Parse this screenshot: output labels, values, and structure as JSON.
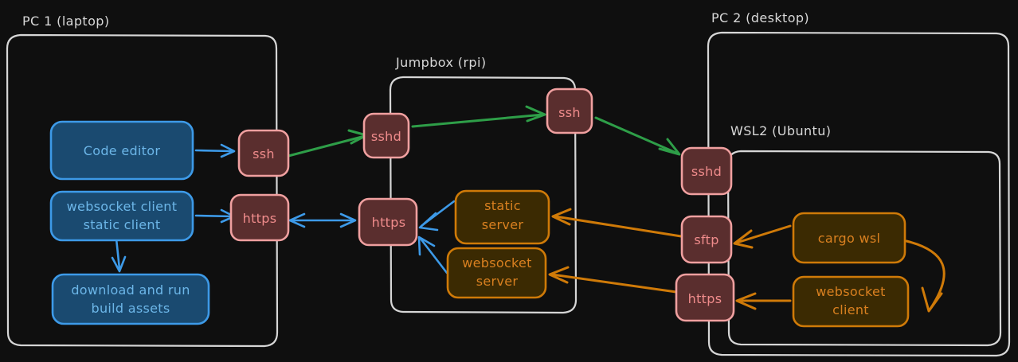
{
  "diagram": {
    "title": "network topology diagram",
    "background": "#0f0f0f",
    "colors": {
      "group_stroke": "#d6d6d6",
      "red_fill": "#5a2e2e",
      "red_stroke": "#f0a0a0",
      "red_text": "#f08c8c",
      "blue_fill": "#1a4a70",
      "blue_stroke": "#3d9ae8",
      "blue_text": "#6cb6e8",
      "orange_fill": "#3b2a02",
      "orange_stroke": "#cf7a08",
      "orange_text": "#d98020",
      "green_arrow": "#2e9e48"
    },
    "groups": [
      {
        "id": "pc1",
        "label": "PC 1 (laptop)"
      },
      {
        "id": "jumpbox",
        "label": "Jumpbox (rpi)"
      },
      {
        "id": "pc2",
        "label": "PC 2 (desktop)"
      },
      {
        "id": "wsl2",
        "label": "WSL2 (Ubuntu)"
      }
    ],
    "nodes": [
      {
        "id": "pc1-code-editor",
        "group": "pc1",
        "kind": "blue",
        "lines": [
          "Code editor"
        ]
      },
      {
        "id": "pc1-ws-static",
        "group": "pc1",
        "kind": "blue",
        "lines": [
          "websocket client",
          "static client"
        ]
      },
      {
        "id": "pc1-build-assets",
        "group": "pc1",
        "kind": "blue",
        "lines": [
          "download and run",
          "build assets"
        ]
      },
      {
        "id": "pc1-ssh",
        "group": "pc1",
        "kind": "red",
        "lines": [
          "ssh"
        ]
      },
      {
        "id": "pc1-https",
        "group": "pc1",
        "kind": "red",
        "lines": [
          "https"
        ]
      },
      {
        "id": "jumpbox-sshd",
        "group": "jumpbox",
        "kind": "red",
        "lines": [
          "sshd"
        ]
      },
      {
        "id": "jumpbox-ssh",
        "group": "jumpbox",
        "kind": "red",
        "lines": [
          "ssh"
        ]
      },
      {
        "id": "jumpbox-https",
        "group": "jumpbox",
        "kind": "red",
        "lines": [
          "https"
        ]
      },
      {
        "id": "jumpbox-static-srv",
        "group": "jumpbox",
        "kind": "orange",
        "lines": [
          "static",
          "server"
        ]
      },
      {
        "id": "jumpbox-ws-srv",
        "group": "jumpbox",
        "kind": "orange",
        "lines": [
          "websocket",
          "server"
        ]
      },
      {
        "id": "pc2-sshd",
        "group": "pc2",
        "kind": "red",
        "lines": [
          "sshd"
        ]
      },
      {
        "id": "pc2-sftp",
        "group": "pc2",
        "kind": "red",
        "lines": [
          "sftp"
        ]
      },
      {
        "id": "pc2-https",
        "group": "pc2",
        "kind": "red",
        "lines": [
          "https"
        ]
      },
      {
        "id": "wsl2-cargo-wsl",
        "group": "wsl2",
        "kind": "orange",
        "lines": [
          "cargo wsl"
        ]
      },
      {
        "id": "wsl2-ws-client",
        "group": "wsl2",
        "kind": "orange",
        "lines": [
          "websocket",
          "client"
        ]
      }
    ],
    "edges": [
      {
        "id": "edge-code-editor-to-ssh",
        "from": "pc1-code-editor",
        "to": "pc1-ssh",
        "color": "blue",
        "direction": "forward"
      },
      {
        "id": "edge-ssh-to-sshd",
        "from": "pc1-ssh",
        "to": "jumpbox-sshd",
        "color": "green",
        "direction": "forward"
      },
      {
        "id": "edge-sshd-to-jumpbox-ssh",
        "from": "jumpbox-sshd",
        "to": "jumpbox-ssh",
        "color": "green",
        "direction": "forward"
      },
      {
        "id": "edge-jumpbox-ssh-to-pc2-sshd",
        "from": "jumpbox-ssh",
        "to": "pc2-sshd",
        "color": "green",
        "direction": "forward"
      },
      {
        "id": "edge-clients-to-https",
        "from": "pc1-ws-static",
        "to": "pc1-https",
        "color": "blue",
        "direction": "forward"
      },
      {
        "id": "edge-clients-to-build",
        "from": "pc1-ws-static",
        "to": "pc1-build-assets",
        "color": "blue",
        "direction": "forward"
      },
      {
        "id": "edge-https-to-https",
        "from": "pc1-https",
        "to": "jumpbox-https",
        "color": "blue",
        "direction": "both"
      },
      {
        "id": "edge-static-srv-to-https",
        "from": "jumpbox-static-srv",
        "to": "jumpbox-https",
        "color": "blue",
        "direction": "forward"
      },
      {
        "id": "edge-ws-srv-to-https",
        "from": "jumpbox-ws-srv",
        "to": "jumpbox-https",
        "color": "blue",
        "direction": "forward"
      },
      {
        "id": "edge-sftp-to-static-srv",
        "from": "pc2-sftp",
        "to": "jumpbox-static-srv",
        "color": "orange",
        "direction": "forward"
      },
      {
        "id": "edge-pc2-https-to-ws-srv",
        "from": "pc2-https",
        "to": "jumpbox-ws-srv",
        "color": "orange",
        "direction": "forward"
      },
      {
        "id": "edge-cargo-wsl-to-sftp",
        "from": "wsl2-cargo-wsl",
        "to": "pc2-sftp",
        "color": "orange",
        "direction": "forward"
      },
      {
        "id": "edge-cargo-wsl-to-ws-client",
        "from": "wsl2-cargo-wsl",
        "to": "wsl2-ws-client",
        "color": "orange",
        "direction": "forward"
      },
      {
        "id": "edge-ws-client-to-https",
        "from": "wsl2-ws-client",
        "to": "pc2-https",
        "color": "orange",
        "direction": "forward"
      }
    ]
  }
}
